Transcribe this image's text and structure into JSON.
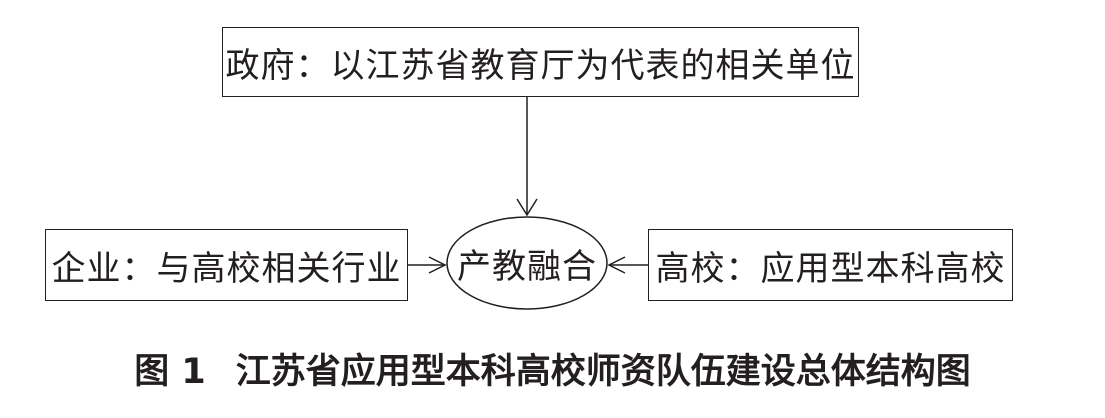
{
  "diagram": {
    "government": "政府：以江苏省教育厅为代表的相关单位",
    "enterprise": "企业：与高校相关行业",
    "university": "高校：应用型本科高校",
    "center": "产教融合"
  },
  "caption": {
    "figure_number": "图 1",
    "title": "江苏省应用型本科高校师资队伍建设总体结构图"
  },
  "colors": {
    "stroke": "#231f20",
    "background": "#ffffff"
  }
}
